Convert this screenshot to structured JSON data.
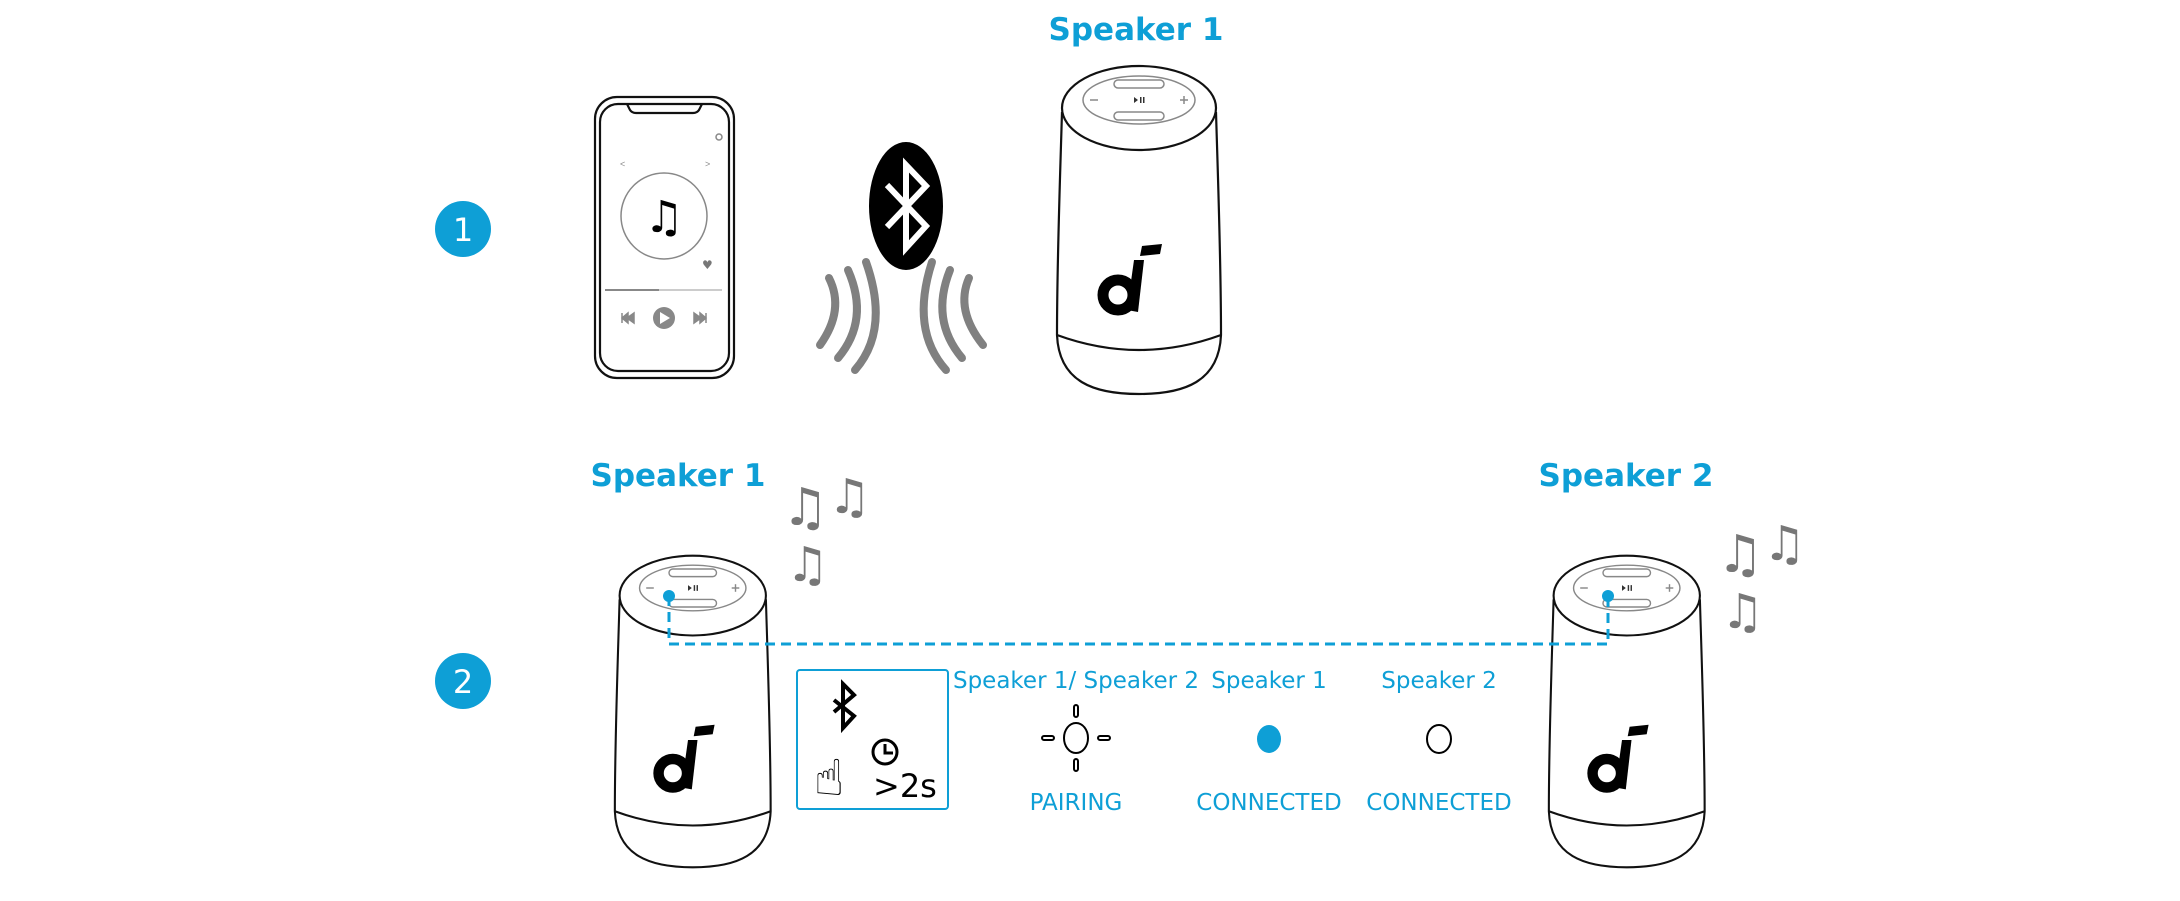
{
  "step1": {
    "number": "1",
    "speaker_title": "Speaker 1"
  },
  "step2": {
    "number": "2",
    "speaker1_title": "Speaker 1",
    "speaker2_title": "Speaker 2",
    "button_hint": ">2s",
    "indicators": [
      {
        "title": "Speaker 1/ Speaker 2",
        "state": "PAIRING",
        "icon": "blinking-light"
      },
      {
        "title": "Speaker 1",
        "state": "CONNECTED",
        "icon": "solid-light"
      },
      {
        "title": "Speaker 2",
        "state": "CONNECTED",
        "icon": "off-light"
      }
    ]
  },
  "colors": {
    "accent": "#0e9fd6",
    "wave": "#808080",
    "icon": "#111111"
  }
}
